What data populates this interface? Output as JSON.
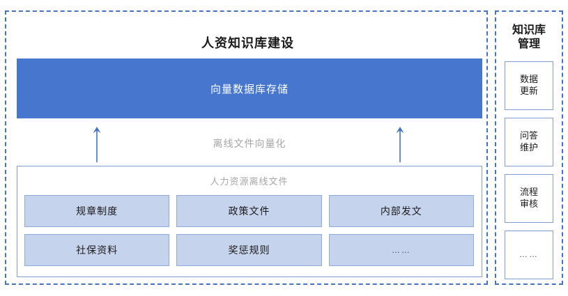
{
  "colors": {
    "accent_blue": "#4676ce",
    "light_blue_fill": "#c6d3ec",
    "box_border": "#7f9fd4",
    "dashed_border": "#4472c4",
    "muted_text": "#a6a6a6"
  },
  "main": {
    "title": "人资知识库建设",
    "vector_store": {
      "label": "向量数据库存储"
    },
    "transform_label": "离线文件向量化",
    "arrows": [
      {
        "name": "arrow-left",
        "direction": "up"
      },
      {
        "name": "arrow-right",
        "direction": "up"
      }
    ],
    "files_group": {
      "title": "人力资源离线文件",
      "rows": [
        [
          {
            "label": "规章制度",
            "is_ellipsis": false
          },
          {
            "label": "政策文件",
            "is_ellipsis": false
          },
          {
            "label": "内部发文",
            "is_ellipsis": false
          }
        ],
        [
          {
            "label": "社保资料",
            "is_ellipsis": false
          },
          {
            "label": "奖惩规则",
            "is_ellipsis": false
          },
          {
            "label": "……",
            "is_ellipsis": true
          }
        ]
      ]
    }
  },
  "sidebar": {
    "title_line1": "知识库",
    "title_line2": "管理",
    "items": [
      {
        "line1": "数据",
        "line2": "更新",
        "is_ellipsis": false
      },
      {
        "line1": "问答",
        "line2": "维护",
        "is_ellipsis": false
      },
      {
        "line1": "流程",
        "line2": "审核",
        "is_ellipsis": false
      },
      {
        "line1": "……",
        "line2": "",
        "is_ellipsis": true
      }
    ]
  }
}
